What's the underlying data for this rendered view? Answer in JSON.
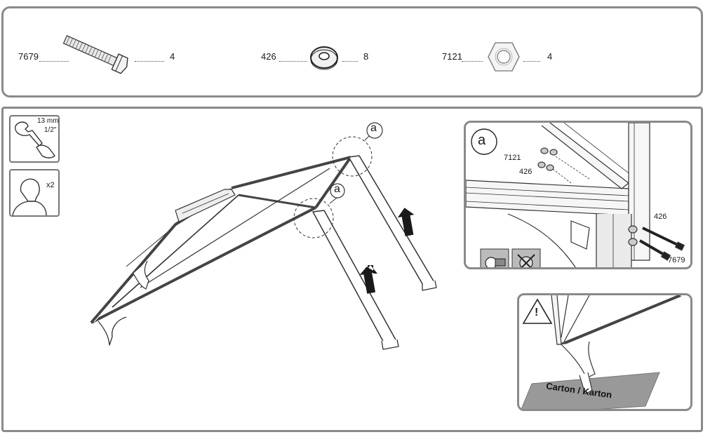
{
  "parts": [
    {
      "id": "7679",
      "qty": "4",
      "icon": "bolt-icon"
    },
    {
      "id": "426",
      "qty": "8",
      "icon": "washer-icon"
    },
    {
      "id": "7121",
      "qty": "4",
      "icon": "nut-icon"
    }
  ],
  "tools": {
    "wrench_size_mm": "13 mm",
    "wrench_size_in": "1/2\"",
    "persons": "x2"
  },
  "callouts": {
    "a1": "a",
    "a2": "a",
    "detail_title": "a"
  },
  "detail": {
    "nut_label": "7121",
    "washer_label_top": "426",
    "washer_label_right": "426",
    "bolt_label": "7679"
  },
  "warning": {
    "mark": "!",
    "carton_label": "Carton / Karton"
  }
}
